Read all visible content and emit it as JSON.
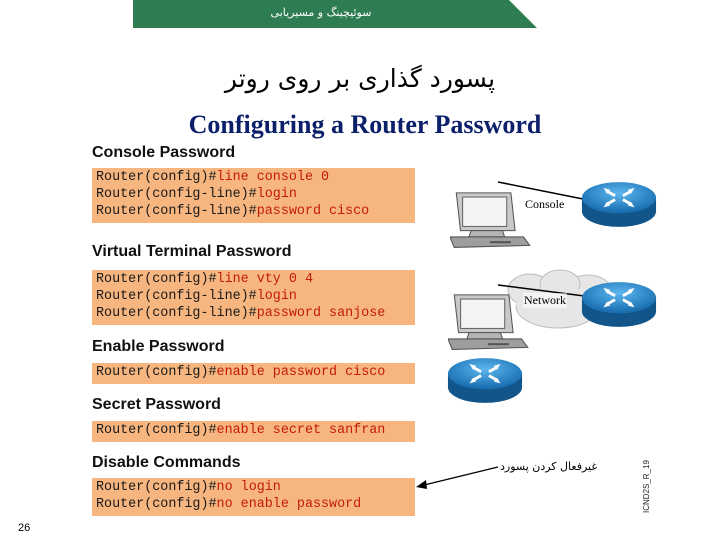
{
  "header": {
    "banner_text": "سوئیچینگ و مسیریابی",
    "banner_color": "#2e7d52"
  },
  "title": {
    "persian": "پسورد گذاری بر روی روتر",
    "english": "Configuring a Router Password"
  },
  "sections": [
    {
      "heading": "Console Password",
      "lines": [
        {
          "prompt": "Router(config)#",
          "cmd": "line console 0"
        },
        {
          "prompt": "Router(config-line)#",
          "cmd": "login"
        },
        {
          "prompt": "Router(config-line)#",
          "cmd": "password cisco"
        }
      ]
    },
    {
      "heading": "Virtual Terminal Password",
      "lines": [
        {
          "prompt": "Router(config)#",
          "cmd": "line vty 0 4"
        },
        {
          "prompt": "Router(config-line)#",
          "cmd": "login"
        },
        {
          "prompt": "Router(config-line)#",
          "cmd": "password sanjose"
        }
      ]
    },
    {
      "heading": "Enable Password",
      "lines": [
        {
          "prompt": "Router(config)#",
          "cmd": "enable password cisco"
        }
      ]
    },
    {
      "heading": "Secret Password",
      "lines": [
        {
          "prompt": "Router(config)#",
          "cmd": "enable secret sanfran"
        }
      ]
    },
    {
      "heading": "Disable Commands",
      "lines": [
        {
          "prompt": "Router(config)#",
          "cmd": "no login"
        },
        {
          "prompt": "Router(config)#",
          "cmd": "no enable password"
        }
      ]
    }
  ],
  "diagram": {
    "console_label": "Console",
    "network_label": "Network"
  },
  "annotation": {
    "persian": "غیرفعال کردن پسورد"
  },
  "side_code": "ICND2S_R_19",
  "page_number": "26",
  "colors": {
    "command_box": "#f7b67f",
    "command_keyword": "#c41a0a",
    "english_title": "#0b1f6b",
    "router": "#1f7fc4"
  },
  "icons": [
    "router-icon",
    "computer-icon",
    "network-cloud-icon",
    "arrow-icon"
  ]
}
